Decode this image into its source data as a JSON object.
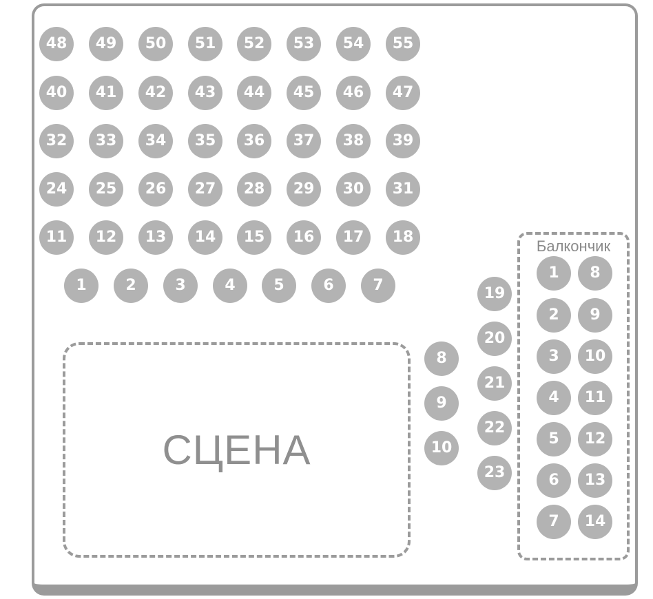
{
  "stage": {
    "label": "СЦЕНА"
  },
  "balcony": {
    "label": "Балкончик"
  },
  "seat_color": "#b3b3b3",
  "border_color": "#9b9b9b",
  "main_seats": [
    "1",
    "2",
    "3",
    "4",
    "5",
    "6",
    "7",
    "8",
    "9",
    "10",
    "11",
    "12",
    "13",
    "14",
    "15",
    "16",
    "17",
    "18",
    "19",
    "20",
    "21",
    "22",
    "23",
    "24",
    "25",
    "26",
    "27",
    "28",
    "29",
    "30",
    "31",
    "32",
    "33",
    "34",
    "35",
    "36",
    "37",
    "38",
    "39",
    "40",
    "41",
    "42",
    "43",
    "44",
    "45",
    "46",
    "47",
    "48",
    "49",
    "50",
    "51",
    "52",
    "53",
    "54",
    "55"
  ],
  "balcony_seats": [
    "1",
    "2",
    "3",
    "4",
    "5",
    "6",
    "7",
    "8",
    "9",
    "10",
    "11",
    "12",
    "13",
    "14"
  ]
}
